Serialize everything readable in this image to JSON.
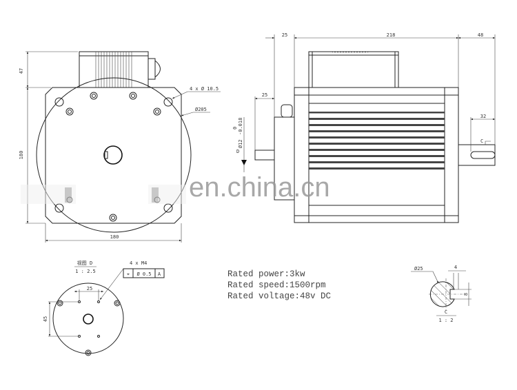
{
  "drawing": {
    "front_view": {
      "dim_height_box": "47",
      "dim_height_plate": "180",
      "dim_width_plate": "180",
      "mount_holes": "4 x Ø 10.5",
      "pcd": "Ø205"
    },
    "side_view": {
      "dim_flange": "25",
      "dim_body": "218",
      "dim_rear_shaft": "48",
      "dim_front_shaft": "25",
      "dim_rear_key": "32",
      "shaft_dia": "Ø12",
      "shaft_tol_upper": "0",
      "shaft_tol_lower": "-0.018",
      "view_marker_d": "D",
      "section_marker_c": "C"
    },
    "view_d": {
      "title": "视图 D",
      "scale": "1 : 2.5",
      "thread_callout": "4 x M4",
      "tolerance_symbol": "⌖",
      "tolerance_value": "Ø 0.5",
      "datum": "A",
      "dim_horizontal": "25",
      "dim_vertical": "45"
    },
    "section_c": {
      "diameter": "Ø25",
      "key_width": "4",
      "key_depth": "8",
      "title": "C",
      "scale": "1 : 2"
    },
    "specs": [
      "Rated  power:3kw",
      "Rated  speed:1500rpm",
      "Rated  voltage:48v DC"
    ],
    "watermark": "en.china.cn"
  }
}
